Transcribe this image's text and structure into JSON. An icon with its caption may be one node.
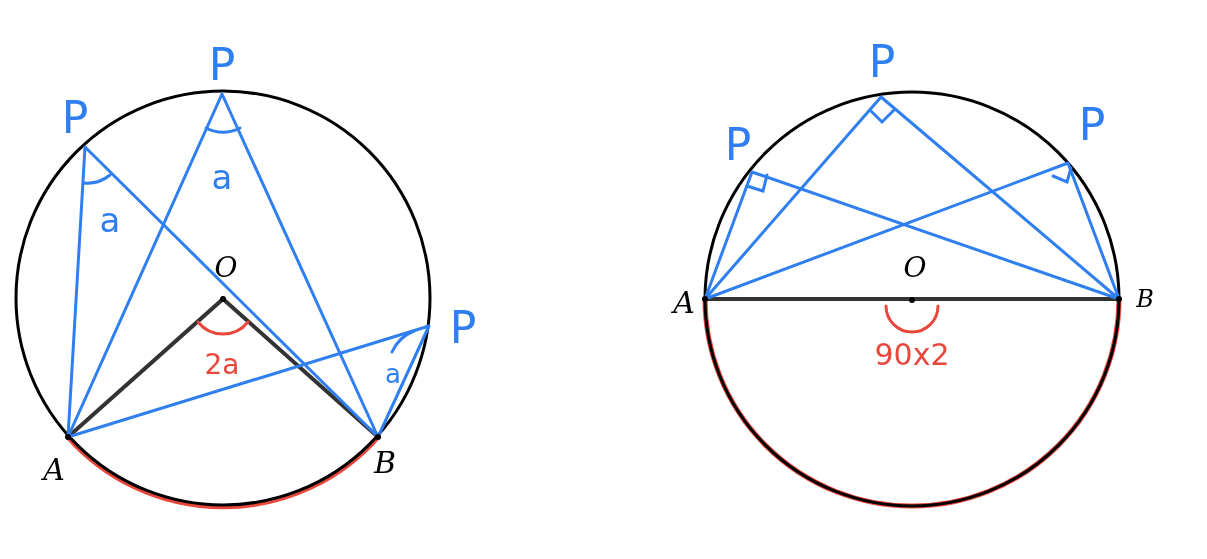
{
  "diagram": {
    "labels": [
      "P",
      "P",
      "a",
      "a",
      "O",
      "P",
      "2a",
      "a",
      "A",
      "B",
      "P",
      "P",
      "P",
      "O",
      "A",
      "B",
      "90x2"
    ]
  }
}
